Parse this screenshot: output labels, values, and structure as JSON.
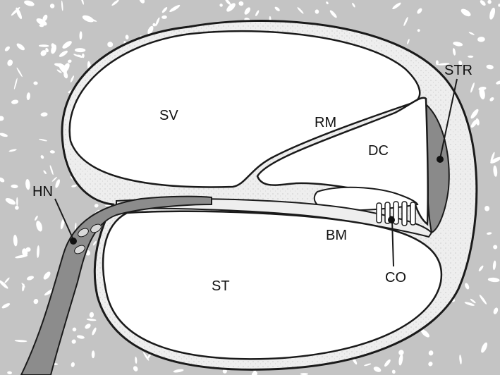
{
  "labels": {
    "sv": "SV",
    "rm": "RM",
    "dc": "DC",
    "str": "STR",
    "hn": "HN",
    "bm": "BM",
    "st": "ST",
    "co": "CO"
  },
  "colors": {
    "bone": "#c4c4c4",
    "lining": "#eeeeee",
    "chamber": "#ffffff",
    "stria": "#8a8a8a",
    "nerve": "#8c8c8c",
    "outline": "#1a1a1a"
  }
}
